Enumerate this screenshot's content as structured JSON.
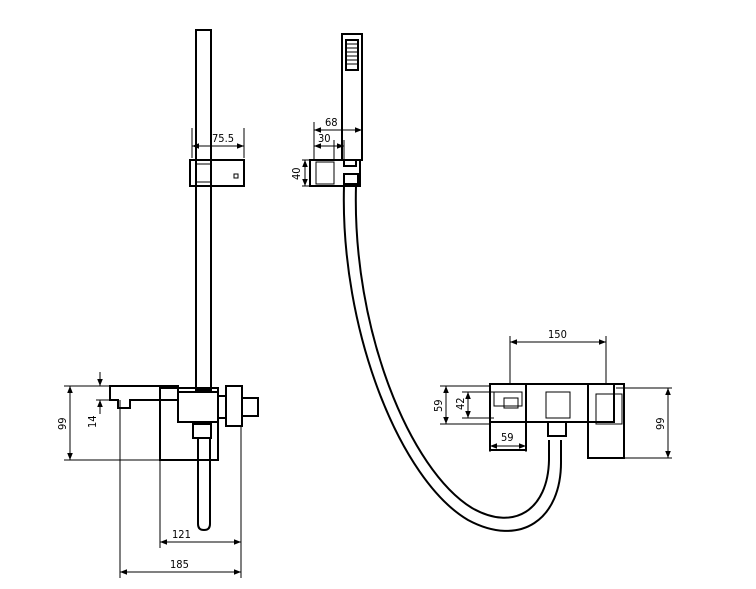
{
  "dimensions": {
    "riser_width": "75.5",
    "handshower_depth": "68",
    "handshower_offset": "30",
    "holder_height": "40",
    "spout_height_left": "99",
    "spout_thickness": "14",
    "projection_inner": "121",
    "projection_outer": "185",
    "center_distance": "150",
    "body_height": "59",
    "outlet_height": "42",
    "outlet_width": "59",
    "spout_height_right": "99"
  },
  "colors": {
    "line": "#000000",
    "background": "#ffffff"
  }
}
